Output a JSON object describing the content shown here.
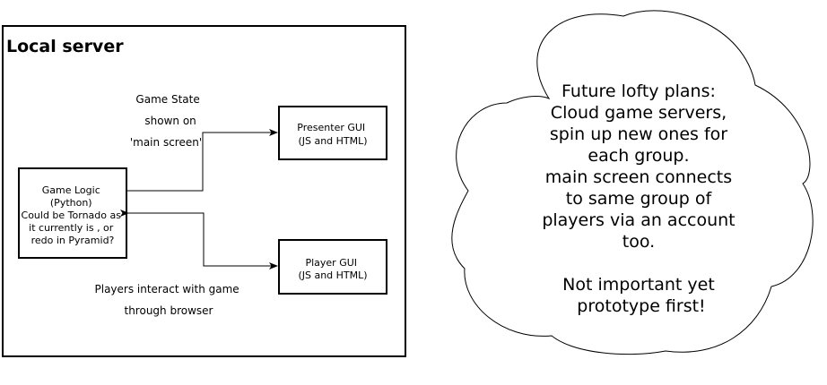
{
  "local_server": {
    "title": "Local server"
  },
  "nodes": {
    "game_logic": {
      "lines": [
        "Game Logic",
        "(Python)",
        "Could be Tornado as",
        "it currently is , or",
        "redo in Pyramid?"
      ]
    },
    "presenter_gui": {
      "lines": [
        "Presenter GUI",
        "(JS and HTML)"
      ]
    },
    "player_gui": {
      "lines": [
        "Player GUI",
        "(JS and HTML)"
      ]
    }
  },
  "edge_labels": {
    "game_state": [
      "Game State",
      "shown on",
      "'main screen'"
    ],
    "players_interact": [
      "Players interact with game",
      "through browser"
    ]
  },
  "cloud": {
    "lines": [
      "Future lofty plans:",
      "Cloud game servers,",
      "spin up new ones for",
      "each group.",
      "main screen connects",
      "to same group of",
      "players via an account",
      "too.",
      "",
      "Not important yet",
      "prototype first!"
    ]
  }
}
